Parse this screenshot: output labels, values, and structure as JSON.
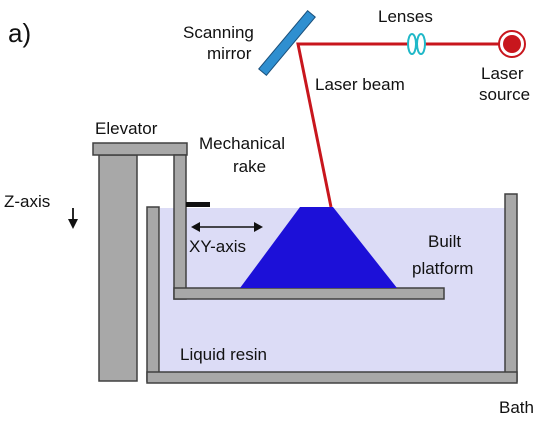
{
  "panel_label": "a)",
  "labels": {
    "scanning_mirror_line1": "Scanning",
    "scanning_mirror_line2": "mirror",
    "lenses": "Lenses",
    "laser_beam": "Laser beam",
    "laser_source_line1": "Laser",
    "laser_source_line2": "source",
    "elevator": "Elevator",
    "mechanical_rake_line1": "Mechanical",
    "mechanical_rake_line2": "rake",
    "z_axis": "Z-axis",
    "xy_axis": "XY-axis",
    "built_platform_line1": "Built",
    "built_platform_line2": "platform",
    "liquid_resin": "Liquid resin",
    "bath": "Bath"
  },
  "colors": {
    "laser": "#c8161d",
    "mirror": "#2f8fd0",
    "lens": "#20b8c8",
    "part": "#1c10d8",
    "resin": "#dcdcf6",
    "metal": "#a8a8a8",
    "outline": "#404040"
  }
}
